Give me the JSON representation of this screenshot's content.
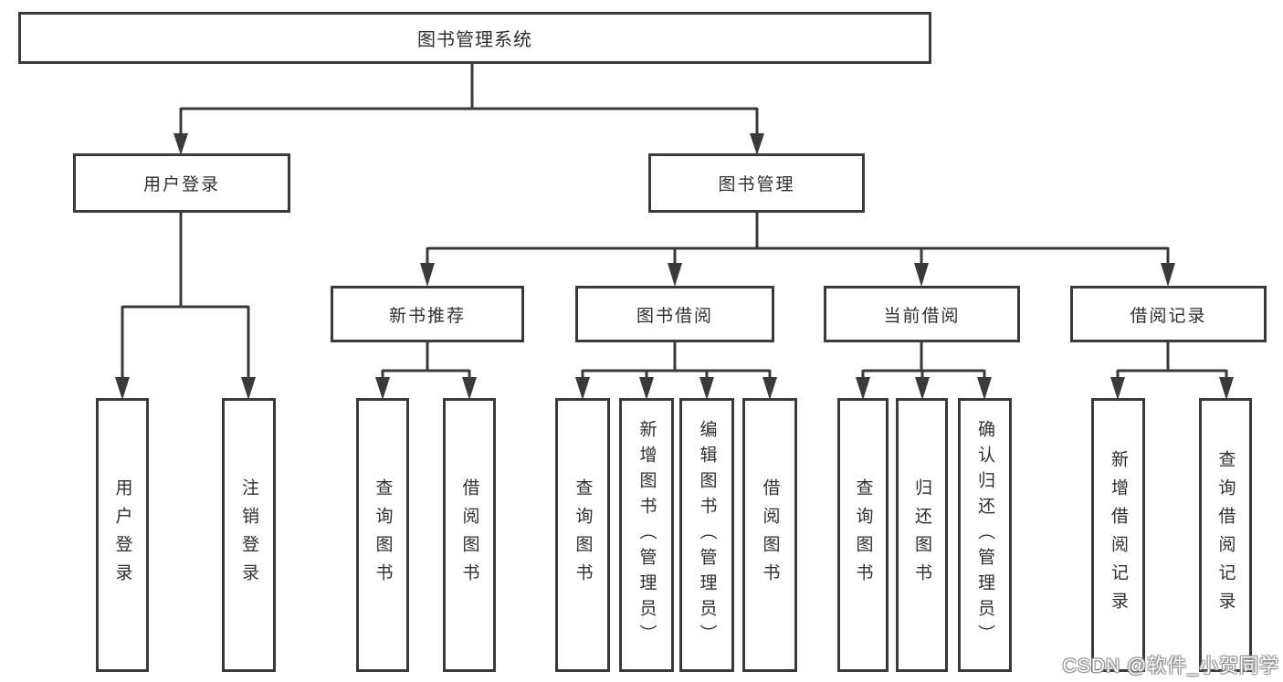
{
  "colors": {
    "line": "#3a3a3a",
    "text": "#2f2f2f",
    "background": "#ffffff",
    "watermark_text": "#ffffff"
  },
  "watermark": "CSDN @软件_小贺同学",
  "tree": {
    "label": "图书管理系统",
    "children": [
      {
        "label": "用户登录",
        "children": [
          {
            "label": "用户登录"
          },
          {
            "label": "注销登录"
          }
        ]
      },
      {
        "label": "图书管理",
        "children": [
          {
            "label": "新书推荐",
            "children": [
              {
                "label": "查询图书"
              },
              {
                "label": "借阅图书"
              }
            ]
          },
          {
            "label": "图书借阅",
            "children": [
              {
                "label": "查询图书"
              },
              {
                "label": "新增图书（管理员）"
              },
              {
                "label": "编辑图书（管理员）"
              },
              {
                "label": "借阅图书"
              }
            ]
          },
          {
            "label": "当前借阅",
            "children": [
              {
                "label": "查询图书"
              },
              {
                "label": "归还图书"
              },
              {
                "label": "确认归还（管理员）"
              }
            ]
          },
          {
            "label": "借阅记录",
            "children": [
              {
                "label": "新增借阅记录"
              },
              {
                "label": "查询借阅记录"
              }
            ]
          }
        ]
      }
    ]
  }
}
